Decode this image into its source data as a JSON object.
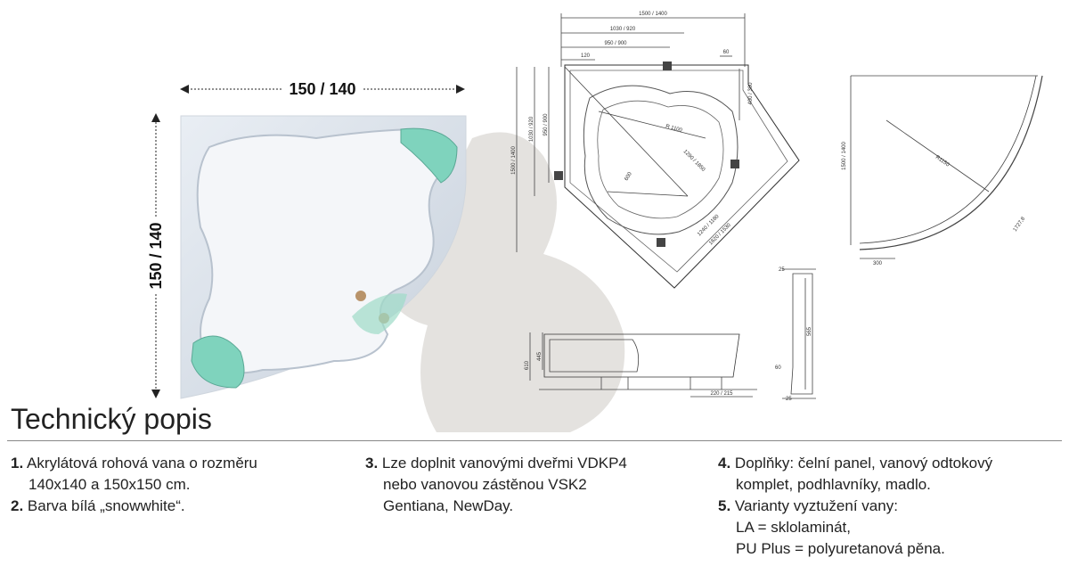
{
  "photo": {
    "width_label": "150 / 140",
    "height_label": "150 / 140"
  },
  "plan": {
    "dims_top": [
      "1500 / 1400",
      "1030 / 920",
      "950 / 900",
      "120",
      "60"
    ],
    "dims_left": [
      "1500 / 1400",
      "1030 / 920",
      "950 / 900"
    ],
    "dims_right": [
      "400 / 300"
    ],
    "inner": [
      "R 1100",
      "1290 / 1850",
      "600",
      "1240 / 1180",
      "1620 / 1530"
    ]
  },
  "side_view": {
    "dims": [
      "610",
      "445",
      "220 / 215"
    ]
  },
  "profile_view": {
    "dims": [
      "25",
      "565",
      "60",
      "25"
    ]
  },
  "screen": {
    "dims": [
      "1500 / 1400",
      "R1150",
      "1727,8",
      "300"
    ]
  },
  "section": {
    "title": "Technický popis"
  },
  "columns": [
    {
      "items": [
        {
          "num": "1.",
          "lines": [
            "Akrylátová rohová vana o rozměru",
            "140x140 a 150x150 cm."
          ]
        },
        {
          "num": "2.",
          "lines": [
            "Barva bílá „snowwhite“."
          ]
        }
      ]
    },
    {
      "items": [
        {
          "num": "3.",
          "lines": [
            "Lze doplnit vanovými dveřmi VDKP4",
            "nebo vanovou zástěnou VSK2",
            "Gentiana, NewDay."
          ]
        }
      ]
    },
    {
      "items": [
        {
          "num": "4.",
          "lines": [
            "Doplňky: čelní panel, vanový odtokový",
            "komplet, podhlavníky, madlo."
          ]
        },
        {
          "num": "5.",
          "lines": [
            "Varianty vyztužení vany:",
            "LA = sklolaminát,",
            "PU Plus = polyuretanová pěna."
          ]
        }
      ]
    }
  ]
}
